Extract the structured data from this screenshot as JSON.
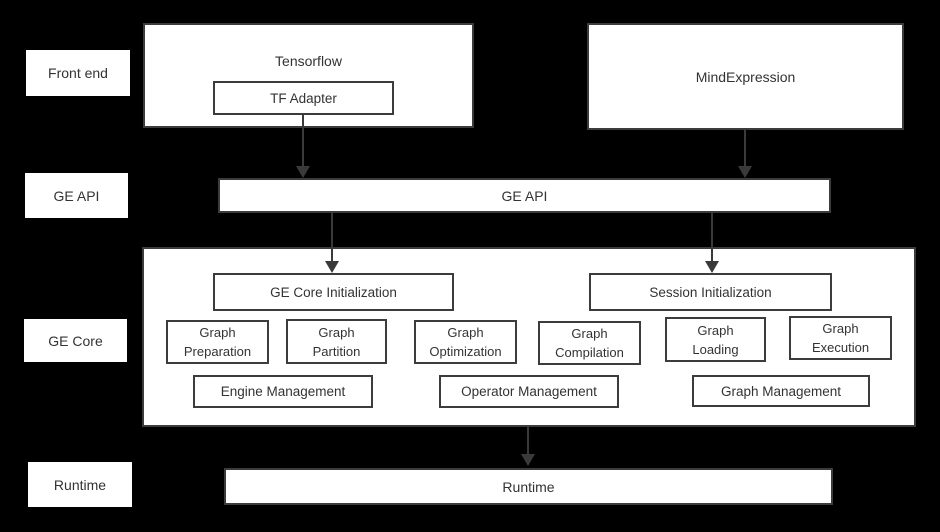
{
  "layers": {
    "front_end": {
      "label": "Front end"
    },
    "ge_api": {
      "label": "GE API"
    },
    "ge_core": {
      "label": "GE Core"
    },
    "runtime": {
      "label": "Runtime"
    }
  },
  "front_end": {
    "tensorflow": "Tensorflow",
    "tf_adapter": "TF Adapter",
    "mind_expression": "MindExpression"
  },
  "ge_api": {
    "bar_label": "GE API"
  },
  "ge_core": {
    "ge_core_init": "GE Core Initialization",
    "session_init": "Session Initialization",
    "stages": [
      {
        "line1": "Graph",
        "line2": "Preparation"
      },
      {
        "line1": "Graph",
        "line2": "Partition"
      },
      {
        "line1": "Graph",
        "line2": "Optimization"
      },
      {
        "line1": "Graph",
        "line2": "Compilation"
      },
      {
        "line1": "Graph",
        "line2": "Loading"
      },
      {
        "line1": "Graph",
        "line2": "Execution"
      }
    ],
    "management": [
      "Engine Management",
      "Operator Management",
      "Graph Management"
    ]
  },
  "runtime": {
    "bar_label": "Runtime"
  },
  "colors": {
    "background": "#000000",
    "box_fill": "#ffffff",
    "box_border": "#3c3c3c",
    "text": "#333333",
    "arrow": "#3a3a3a"
  }
}
